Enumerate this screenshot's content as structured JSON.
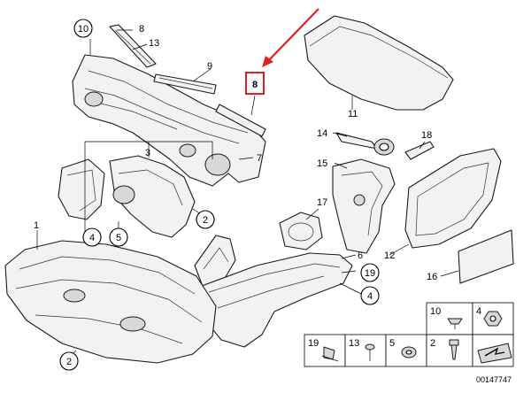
{
  "diagram_id": "00147747",
  "highlight_label": "8",
  "highlight_color": "#e02020",
  "labels": {
    "n1": "1",
    "n2a": "2",
    "n2b": "2",
    "n3": "3",
    "n4a": "4",
    "n4b": "4",
    "n5": "5",
    "n6": "6",
    "n7": "7",
    "n8": "8",
    "n9": "9",
    "n10": "10",
    "n11": "11",
    "n12": "12",
    "n13": "13",
    "n14": "14",
    "n15": "15",
    "n16": "16",
    "n17": "17",
    "n18": "18",
    "n19": "19"
  },
  "legend": {
    "c10": "10",
    "c4": "4",
    "c19": "19",
    "c13": "13",
    "c5": "5",
    "c2": "2"
  }
}
